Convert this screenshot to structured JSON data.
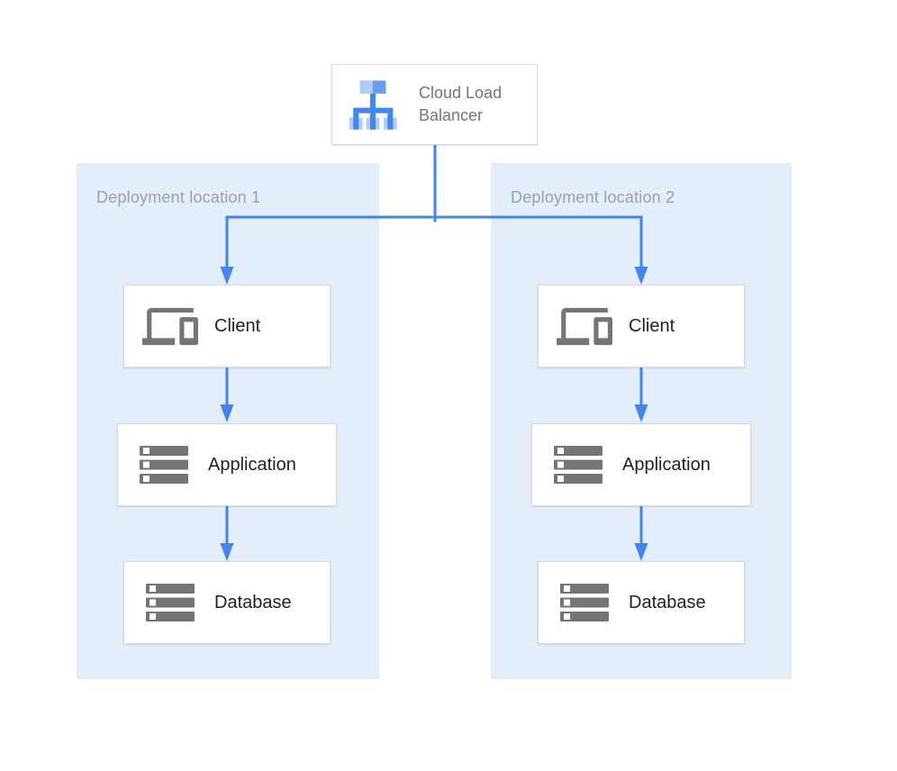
{
  "colors": {
    "arrow": "#4284F4",
    "region-bg": "#E4EEFA",
    "node-bg": "#FFFFFF",
    "node-border": "#D5D8DC",
    "node-label": "#212124",
    "region-label": "#9AA0A6",
    "lb-label": "#757575",
    "icon-gray": "#757575",
    "lb-light": "#AECBFA",
    "lb-medium": "#669DF6",
    "lb-dark": "#4285F4"
  },
  "diagram": {
    "load_balancer": {
      "label": "Cloud Load Balancer"
    },
    "regions": [
      {
        "label": "Deployment location 1",
        "nodes": [
          {
            "label": "Client"
          },
          {
            "label": "Application"
          },
          {
            "label": "Database"
          }
        ]
      },
      {
        "label": "Deployment location 2",
        "nodes": [
          {
            "label": "Client"
          },
          {
            "label": "Application"
          },
          {
            "label": "Database"
          }
        ]
      }
    ]
  }
}
